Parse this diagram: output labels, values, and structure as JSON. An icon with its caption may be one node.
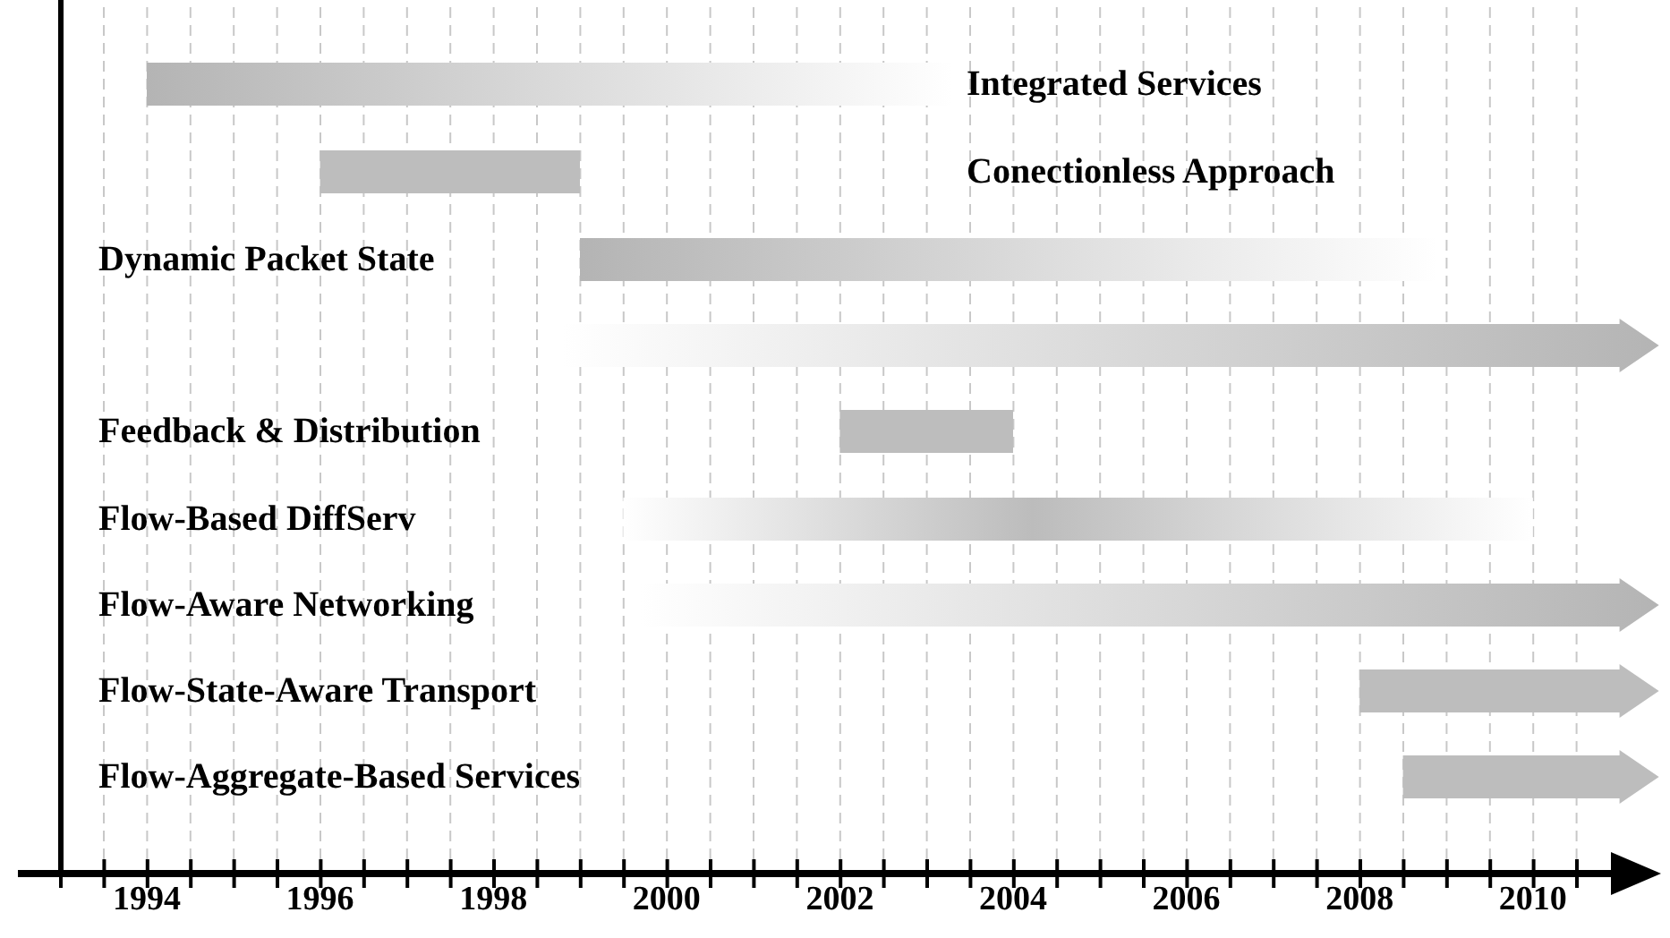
{
  "diagram": {
    "labels": [
      "Integrated Services",
      "Conectionless Approach",
      "Dynamic Packet State",
      "Feedback & Distribution",
      "Flow-Based DiffServ",
      "Flow-Aware Networking",
      "Flow-State-Aware Transport",
      "Flow-Aggregate-Based Services",
      "1994",
      "1996",
      "1998",
      "2000",
      "2002",
      "2004",
      "2006",
      "2008",
      "2010"
    ]
  }
}
